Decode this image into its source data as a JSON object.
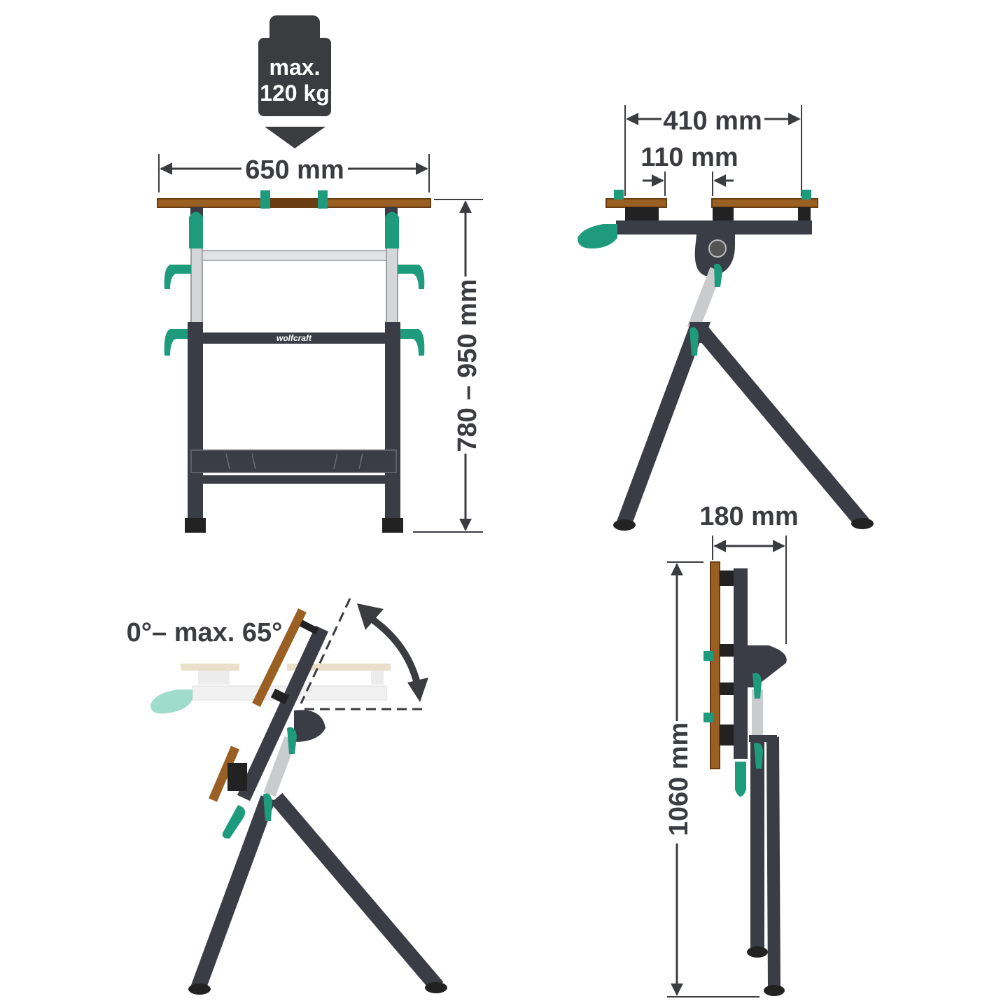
{
  "colors": {
    "frame": "#3a3d46",
    "wood": "#9a5f22",
    "wood_edge": "#6b3d12",
    "clamp": "#1e9a7c",
    "aluminium": "#d4d6d8",
    "text": "#3b3c40",
    "ghost_wood": "#eadfc8",
    "ghost_clamp": "#9fdcc9"
  },
  "load_badge": {
    "line1": "max.",
    "line2": "120 kg",
    "icon": "weight-icon"
  },
  "front_view": {
    "width_label": "650 mm",
    "height_label": "780 – 950 mm",
    "logo": "wolfcraft"
  },
  "side_view": {
    "width_label": "410 mm",
    "gap_label": "110 mm"
  },
  "tilt_view": {
    "angle_label": "0°– max. 65°"
  },
  "folded_view": {
    "depth_label": "180 mm",
    "height_label": "1060 mm"
  }
}
